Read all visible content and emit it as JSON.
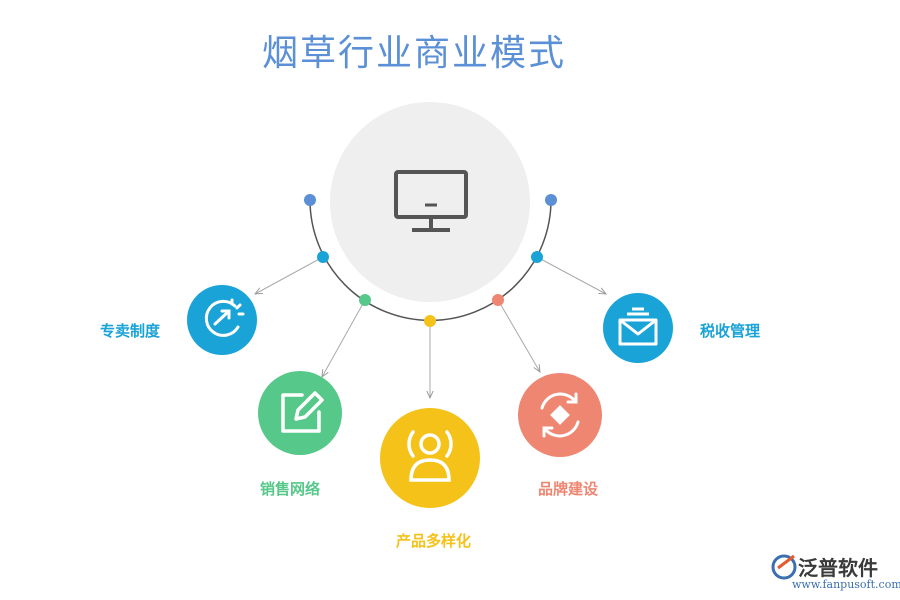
{
  "title": "烟草行业商业模式",
  "center": {
    "icon": "monitor-icon"
  },
  "items": [
    {
      "label": "专卖制度",
      "icon": "clock-arrow-icon",
      "color": "#1aa3d6",
      "dot_color": "#1aa3d6"
    },
    {
      "label": "销售网络",
      "icon": "edit-icon",
      "color": "#56c88a",
      "dot_color": "#56c88a"
    },
    {
      "label": "产品多样化",
      "icon": "user-icon",
      "color": "#f5c21a",
      "dot_color": "#f5c21a"
    },
    {
      "label": "品牌建设",
      "icon": "refresh-icon",
      "color": "#ef8672",
      "dot_color": "#ef8672"
    },
    {
      "label": "税收管理",
      "icon": "mail-icon",
      "color": "#1aa3d6",
      "dot_color": "#1aa3d6"
    }
  ],
  "end_dot_color": "#5b8fd6",
  "logo": {
    "name": "泛普软件",
    "url": "www.fanpusoft.com"
  }
}
